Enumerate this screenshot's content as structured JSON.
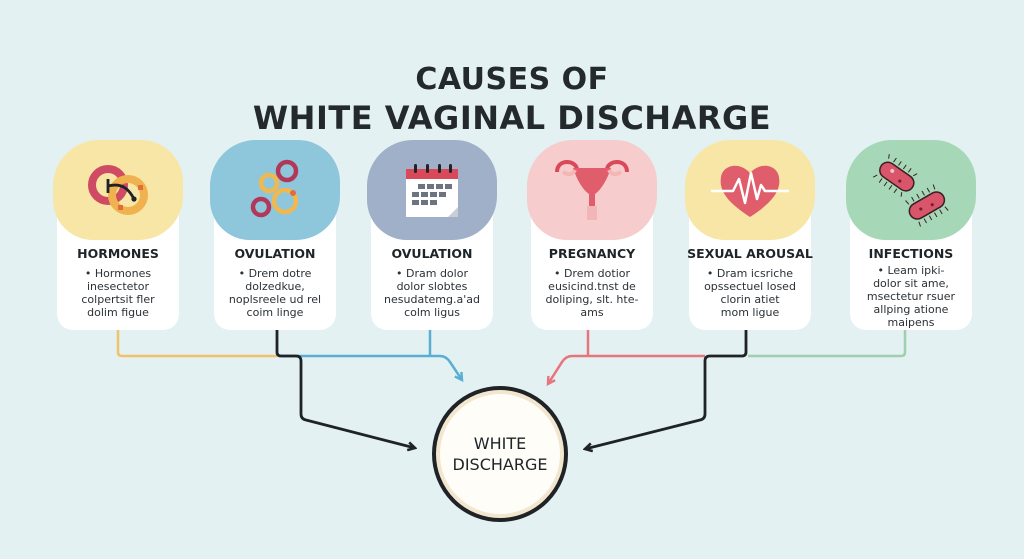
{
  "title": {
    "line1": "CAUSES OF",
    "line2": "WHITE VAGINAL DISCHARGE"
  },
  "cards": [
    {
      "heading": "HORMONES",
      "icon": "hormone-rings-icon",
      "color": "#f8e6a6",
      "line_color": "#f0c36a",
      "lines": [
        "• Hormones",
        "inesectetor",
        "colpertsit fler",
        "dolim figue"
      ]
    },
    {
      "heading": "OVULATION",
      "icon": "egg-cells-icon",
      "color": "#8ec6dc",
      "line_color": "#2b4d60",
      "lines": [
        "• Drem dotre",
        "dolzedkue,",
        "noplsreele ud rel",
        "coim linge"
      ]
    },
    {
      "heading": "OVULATION",
      "icon": "calendar-icon",
      "color": "#9fb0c8",
      "line_color": "#5aaed4",
      "lines": [
        "• Dram dolor",
        "dolor slobtes",
        "nesudatemg.a'ad",
        "colm ligus"
      ]
    },
    {
      "heading": "PREGNANCY",
      "icon": "uterus-icon",
      "color": "#f6cccc",
      "line_color": "#e8757c",
      "lines": [
        "• Drem dotior",
        "eusicind.tnst de",
        "doliping, slt. hte-",
        "ams"
      ]
    },
    {
      "heading": "SEXUAL AROUSAL",
      "icon": "heartbeat-icon",
      "color": "#f8e6a6",
      "line_color": "#1f2326",
      "lines": [
        "• Dram icsriche",
        "opssectuel losed",
        "clorin atiet",
        "mom ligue"
      ]
    },
    {
      "heading": "INFECTIONS",
      "icon": "bacteria-icon",
      "color": "#a6d8b8",
      "line_color": "#9fd0ae",
      "lines": [
        "• Leam ipki-",
        "dolor sit ame,",
        "msectetur rsuer",
        "allping atione",
        "maipens"
      ]
    }
  ],
  "center": {
    "line1": "WHITE",
    "line2": "DISCHARGE"
  }
}
